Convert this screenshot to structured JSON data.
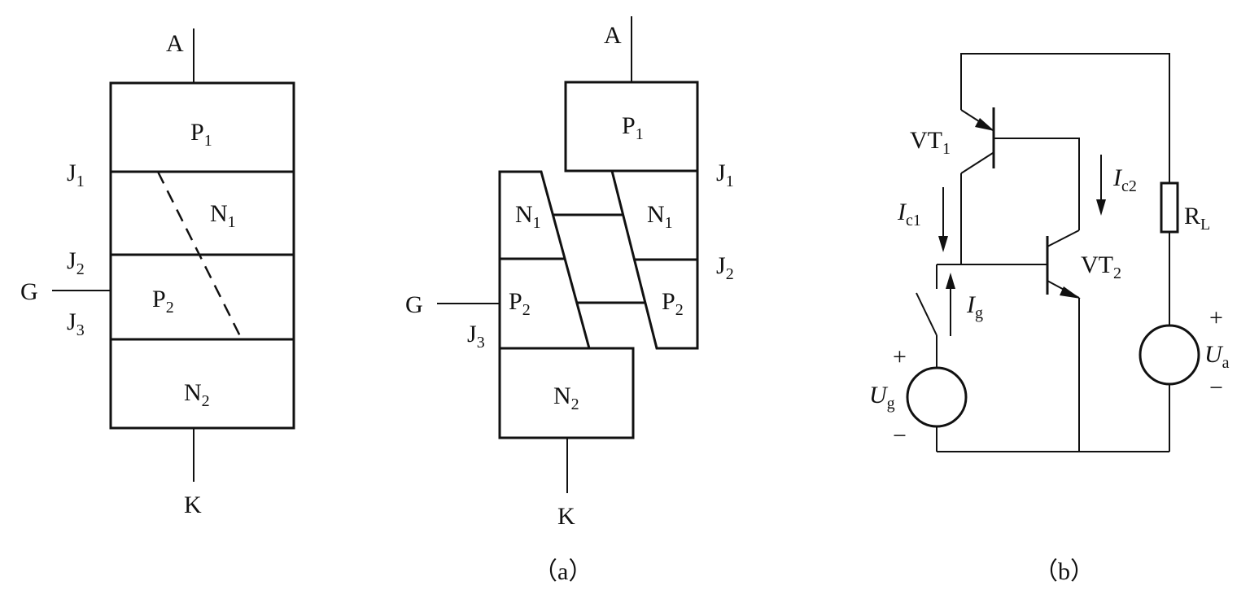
{
  "structure": {
    "anode_label": "A",
    "cathode_label": "K",
    "gate_label": "G",
    "p1": {
      "base": "P",
      "sub": "1"
    },
    "n1": {
      "base": "N",
      "sub": "1"
    },
    "p2": {
      "base": "P",
      "sub": "2"
    },
    "n2": {
      "base": "N",
      "sub": "2"
    },
    "j1": {
      "base": "J",
      "sub": "1"
    },
    "j2": {
      "base": "J",
      "sub": "2"
    },
    "j3": {
      "base": "J",
      "sub": "3"
    }
  },
  "split": {
    "anode_label": "A",
    "cathode_label": "K",
    "gate_label": "G",
    "p1": {
      "base": "P",
      "sub": "1"
    },
    "n1_left": {
      "base": "N",
      "sub": "1"
    },
    "n1_right": {
      "base": "N",
      "sub": "1"
    },
    "p2_left": {
      "base": "P",
      "sub": "2"
    },
    "p2_right": {
      "base": "P",
      "sub": "2"
    },
    "n2": {
      "base": "N",
      "sub": "2"
    },
    "j1": {
      "base": "J",
      "sub": "1"
    },
    "j2": {
      "base": "J",
      "sub": "2"
    },
    "j3": {
      "base": "J",
      "sub": "3"
    },
    "caption": "（a）"
  },
  "circuit": {
    "vt1": {
      "base": "VT",
      "sub": "1"
    },
    "vt2": {
      "base": "VT",
      "sub": "2"
    },
    "ic1": {
      "base": "I",
      "sub": "c1"
    },
    "ic2": {
      "base": "I",
      "sub": "c2"
    },
    "ig": {
      "base": "I",
      "sub": "g"
    },
    "rl": {
      "base": "R",
      "sub": "L"
    },
    "ug": {
      "base": "U",
      "sub": "g"
    },
    "ua": {
      "base": "U",
      "sub": "a"
    },
    "ug_plus": "+",
    "ug_minus": "−",
    "ua_plus": "+",
    "ua_minus": "−",
    "caption": "（b）"
  }
}
